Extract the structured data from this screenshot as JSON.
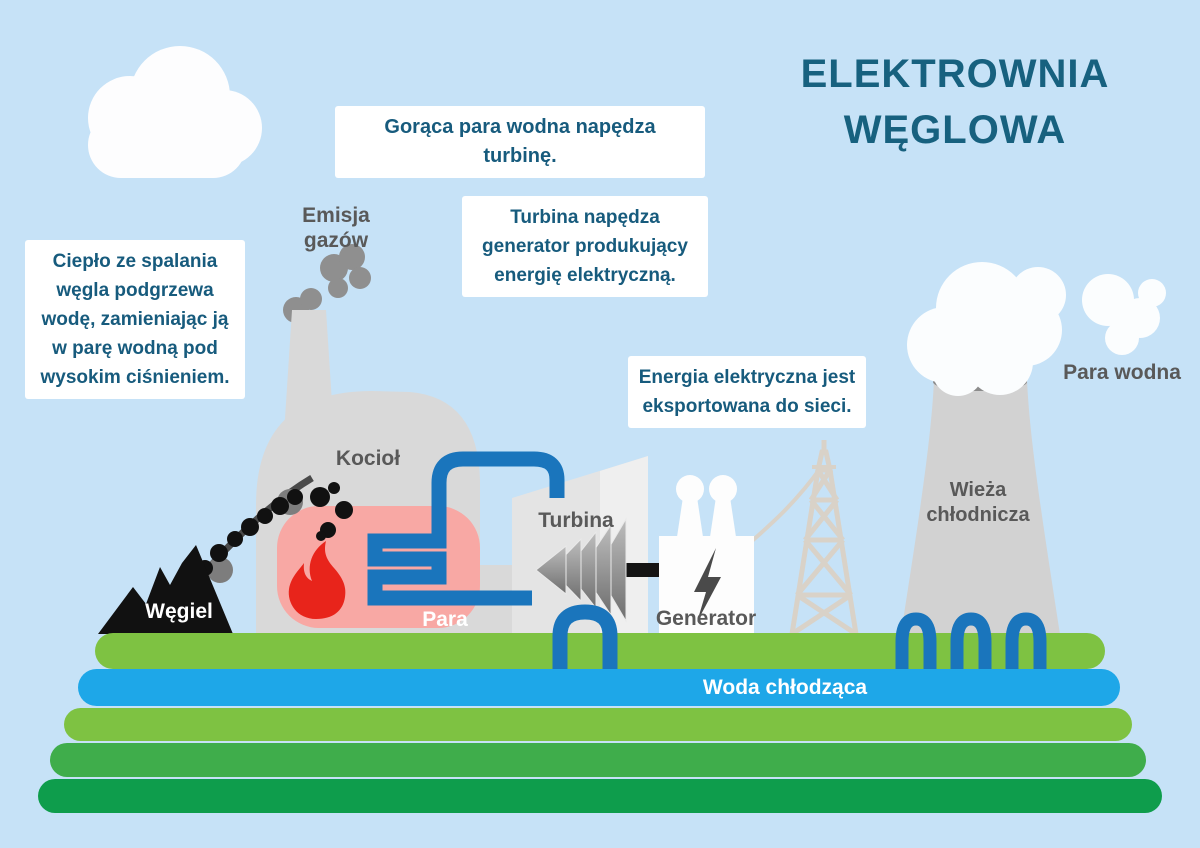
{
  "title": {
    "line1": "ELEKTROWNIA",
    "line2": "WĘGLOWA"
  },
  "callouts": {
    "steam_drives_turbine": "Gorąca para wodna napędza turbinę.",
    "heat_from_coal": "Ciepło ze spalania węgla podgrzewa wodę, zamieniając ją w parę wodną pod wysokim ciśnieniem.",
    "turbine_drives_generator": "Turbina napędza generator produkujący energię elektryczną.",
    "energy_export": "Energia elektryczna jest eksportowana do sieci."
  },
  "labels": {
    "emissions": "Emisja gazów",
    "boiler": "Kocioł",
    "coal": "Węgiel",
    "steam": "Para",
    "turbine": "Turbina",
    "generator": "Generator",
    "cooling_tower": "Wieża chłodnicza",
    "water_vapor": "Para wodna",
    "cooling_water": "Woda chłodząca"
  },
  "icons": {
    "cloud": "cloud-icon",
    "smoke": "smoke-icon",
    "flame": "flame-icon",
    "lightning": "lightning-bolt-icon",
    "steam_cloud": "steam-cloud-icon"
  },
  "colors": {
    "sky": "#c6e2f7",
    "title_teal": "#17617f",
    "callout_text": "#175b7d",
    "label_gray": "#595959",
    "pipe_blue": "#1a75bc",
    "water_blue": "#1ea7e8",
    "grass_light": "#7ec242",
    "grass_medium": "#3fad4b",
    "grass_dark": "#0e9d4c",
    "boiler_pink": "#f8a8a4",
    "flame_red": "#e8241b",
    "structure_gray": "#d9d9d9",
    "smoke_gray": "#8f8f8f",
    "pylon_beige": "#d9d2c8",
    "coal_black": "#111111"
  }
}
